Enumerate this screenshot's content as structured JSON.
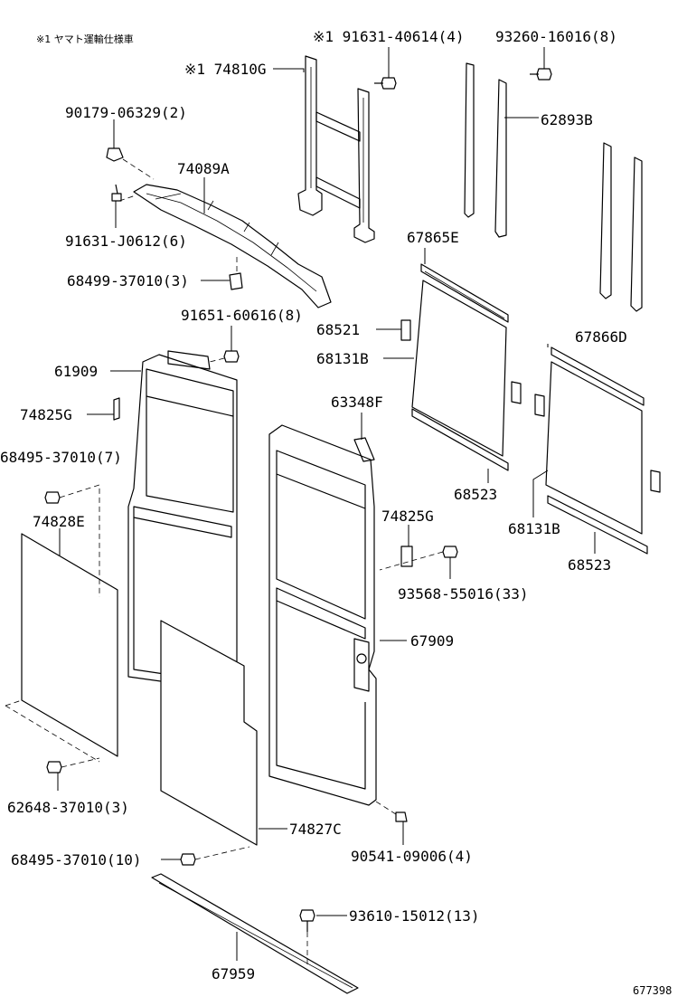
{
  "note": "※1 ヤマト運輸仕様車",
  "figure_id": "677398",
  "labels": {
    "l74810g": "※1 74810G",
    "l9163140614": "※1 91631-40614(4)",
    "l9326016016": "93260-16016(8)",
    "l62893b": "62893B",
    "l9017906329": "90179-06329(2)",
    "l74089a": "74089A",
    "l91631j0612": "91631-J0612(6)",
    "l6849937010": "68499-37010(3)",
    "l67865e": "67865E",
    "l9165160616": "91651-60616(8)",
    "l68521": "68521",
    "l68131b_a": "68131B",
    "l67866d": "67866D",
    "l61909": "61909",
    "l63348f": "63348F",
    "l74825g_a": "74825G",
    "l6849537010_7": "68495-37010(7)",
    "l68523_a": "68523",
    "l74828e": "74828E",
    "l74825g_b": "74825G",
    "l68131b_b": "68131B",
    "l68523_b": "68523",
    "l9356855016": "93568-55016(33)",
    "l67909": "67909",
    "l6264837010": "62648-37010(3)",
    "l74827c": "74827C",
    "l6849537010_10": "68495-37010(10)",
    "l9054109006": "90541-09006(4)",
    "l9361015012": "93610-15012(13)",
    "l67959": "67959"
  }
}
